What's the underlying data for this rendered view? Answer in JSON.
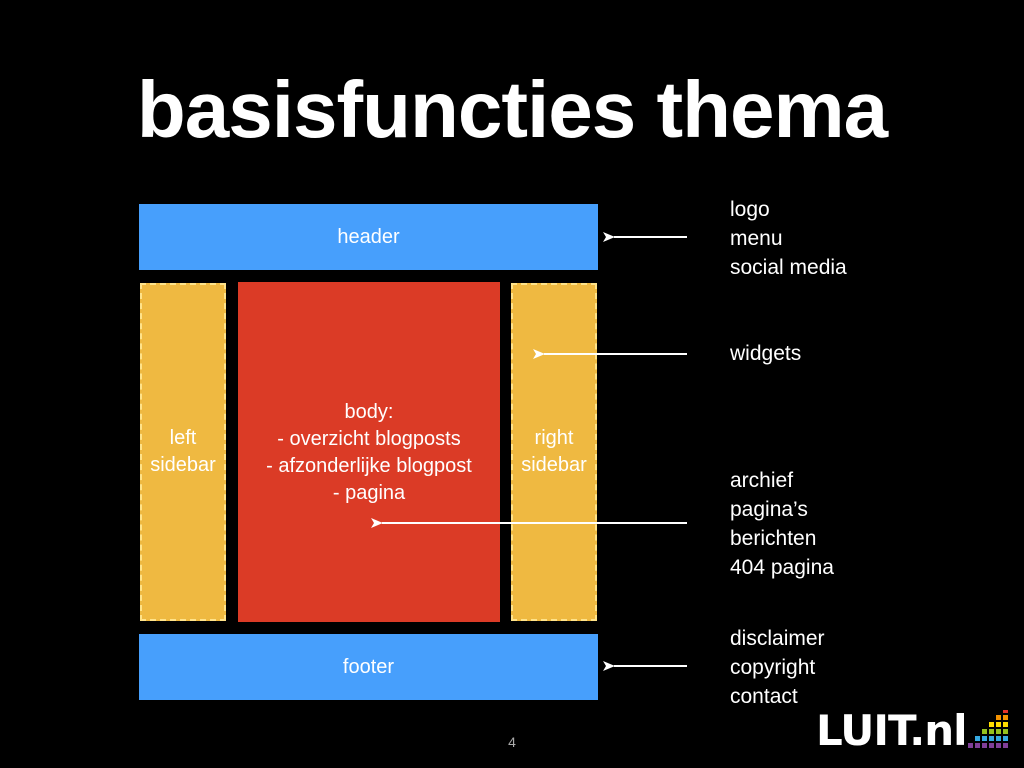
{
  "slide": {
    "title": "basisfuncties thema",
    "page_number": "4"
  },
  "diagram": {
    "header": "header",
    "footer": "footer",
    "left_sidebar": [
      "left",
      "sidebar"
    ],
    "right_sidebar": [
      "right",
      "sidebar"
    ],
    "body": [
      "body:",
      "- overzicht blogposts",
      "- afzonderlijke blogpost",
      "- pagina"
    ]
  },
  "annotations": {
    "header_notes": [
      "logo",
      "menu",
      "social media"
    ],
    "sidebar_notes": [
      "widgets"
    ],
    "body_notes": [
      "archief",
      "pagina’s",
      "berichten",
      "404 pagina"
    ],
    "footer_notes": [
      "disclaimer",
      "copyright",
      "contact"
    ]
  },
  "logo": {
    "text": "LUIT.nl",
    "bar_colors": [
      "#e6332a",
      "#f39200",
      "#ffdd00",
      "#95c11f",
      "#36a9e1",
      "#7f3f98"
    ]
  },
  "colors": {
    "header_footer": "#479ffc",
    "sidebar": "#efb941",
    "body": "#db3b26",
    "background": "#000000"
  }
}
